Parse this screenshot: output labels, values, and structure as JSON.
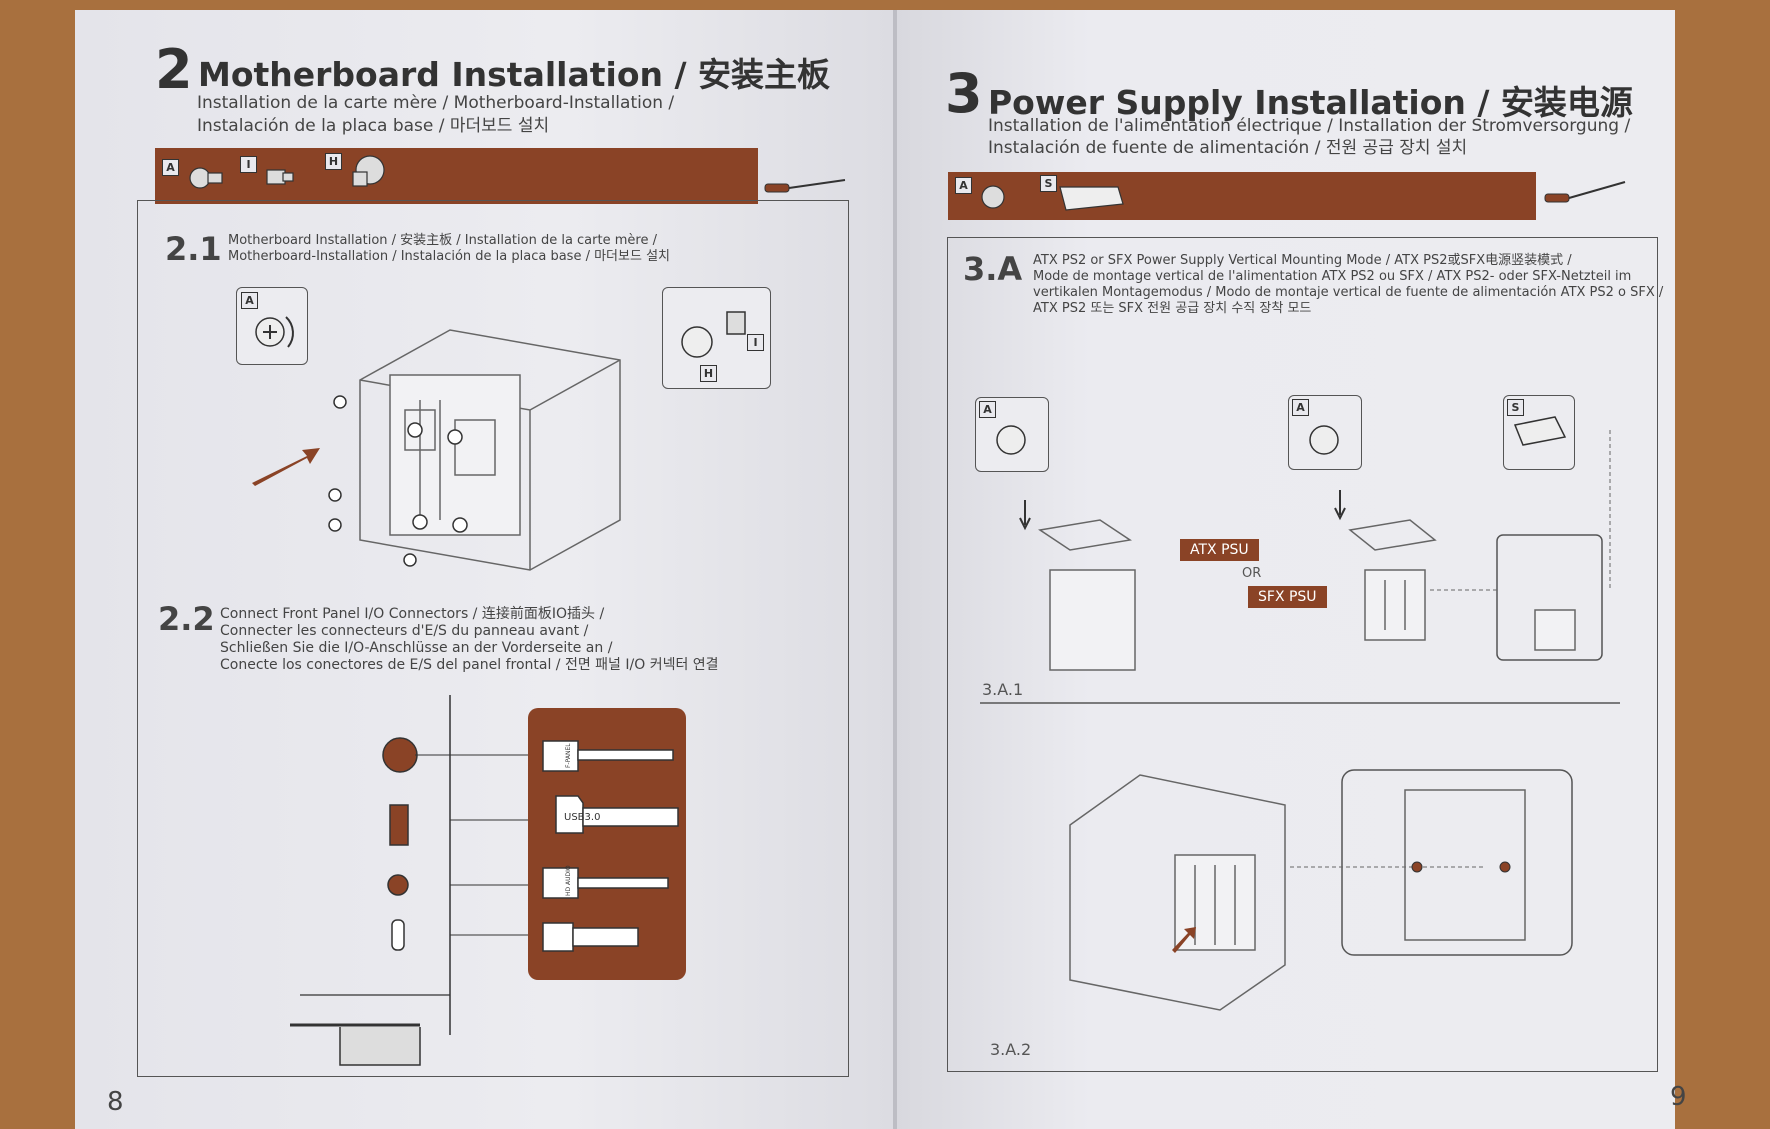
{
  "left_page": {
    "section_number": "2",
    "section_title": "Motherboard Installation / 安装主板",
    "subtitle_line1": "Installation de la carte mère / Motherboard-Installation /",
    "subtitle_line2": "Instalación de la placa base / 마더보드 설치",
    "bar_tags": [
      "A",
      "I",
      "H"
    ],
    "step_2_1": {
      "number": "2.1",
      "line1": "Motherboard Installation / 安装主板 / Installation de la carte mère /",
      "line2": "Motherboard-Installation / Instalación de la placa base / 마더보드 설치",
      "tag_a": "A",
      "tag_i": "I",
      "tag_h": "H"
    },
    "step_2_2": {
      "number": "2.2",
      "line1": "Connect Front Panel I/O Connectors / 连接前面板IO插头 /",
      "line2": "Connecter les connecteurs d'E/S du panneau avant /",
      "line3": "Schließen Sie die I/O-Anschlüsse an der Vorderseite an /",
      "line4": "Conecte los conectores de E/S del panel frontal / 전면 패널 I/O 커넥터 연결",
      "connector_labels": [
        "F-PANEL",
        "USB3.0",
        "HD AUDIO"
      ]
    },
    "page_number": "8"
  },
  "right_page": {
    "section_number": "3",
    "section_title": "Power Supply Installation / 安装电源",
    "subtitle_line1": "Installation de l'alimentation électrique / Installation der Stromversorgung /",
    "subtitle_line2": "Instalación de fuente de alimentación / 전원 공급 장치 설치",
    "bar_tags": [
      "A",
      "S"
    ],
    "step_3a": {
      "number": "3.A",
      "line1": "ATX PS2 or SFX Power Supply Vertical Mounting Mode / ATX PS2或SFX电源竖装模式 /",
      "line2": "Mode de montage vertical de l'alimentation ATX PS2 ou SFX / ATX PS2- oder SFX-Netzteil im",
      "line3": "vertikalen Montagemodus / Modo de montaje vertical de fuente de alimentación ATX PS2 o SFX /",
      "line4": "ATX PS2 또는 SFX 전원 공급 장치 수직 장착 모드",
      "tag_a1": "A",
      "tag_a2": "A",
      "tag_s": "S",
      "atx_label": "ATX PSU",
      "or_label": "OR",
      "sfx_label": "SFX PSU",
      "sub1": "3.A.1",
      "sub2": "3.A.2"
    },
    "page_number": "9"
  },
  "colors": {
    "accent_brown": "#8a4326",
    "paper": "#ececf0",
    "ink": "#444444",
    "desk": "#a8703e"
  }
}
